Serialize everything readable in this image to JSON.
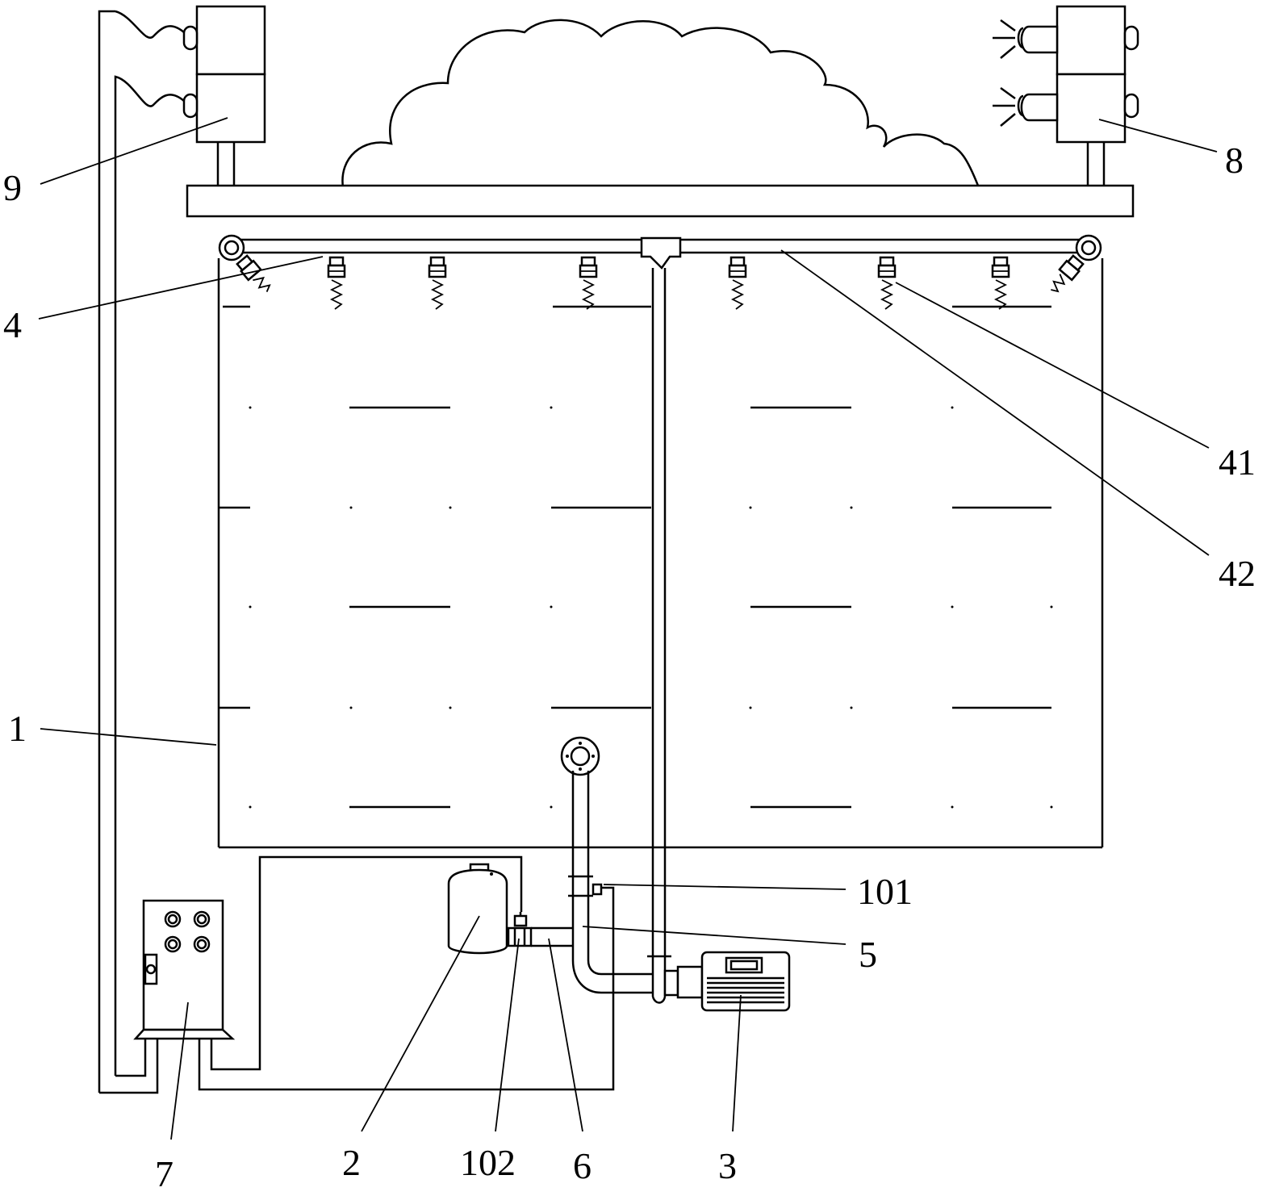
{
  "figure": {
    "labels": {
      "l1": "1",
      "l2": "2",
      "l3": "3",
      "l4": "4",
      "l5": "5",
      "l6": "6",
      "l7": "7",
      "l8": "8",
      "l9": "9",
      "l41": "41",
      "l42": "42",
      "l101": "101",
      "l102": "102"
    }
  }
}
